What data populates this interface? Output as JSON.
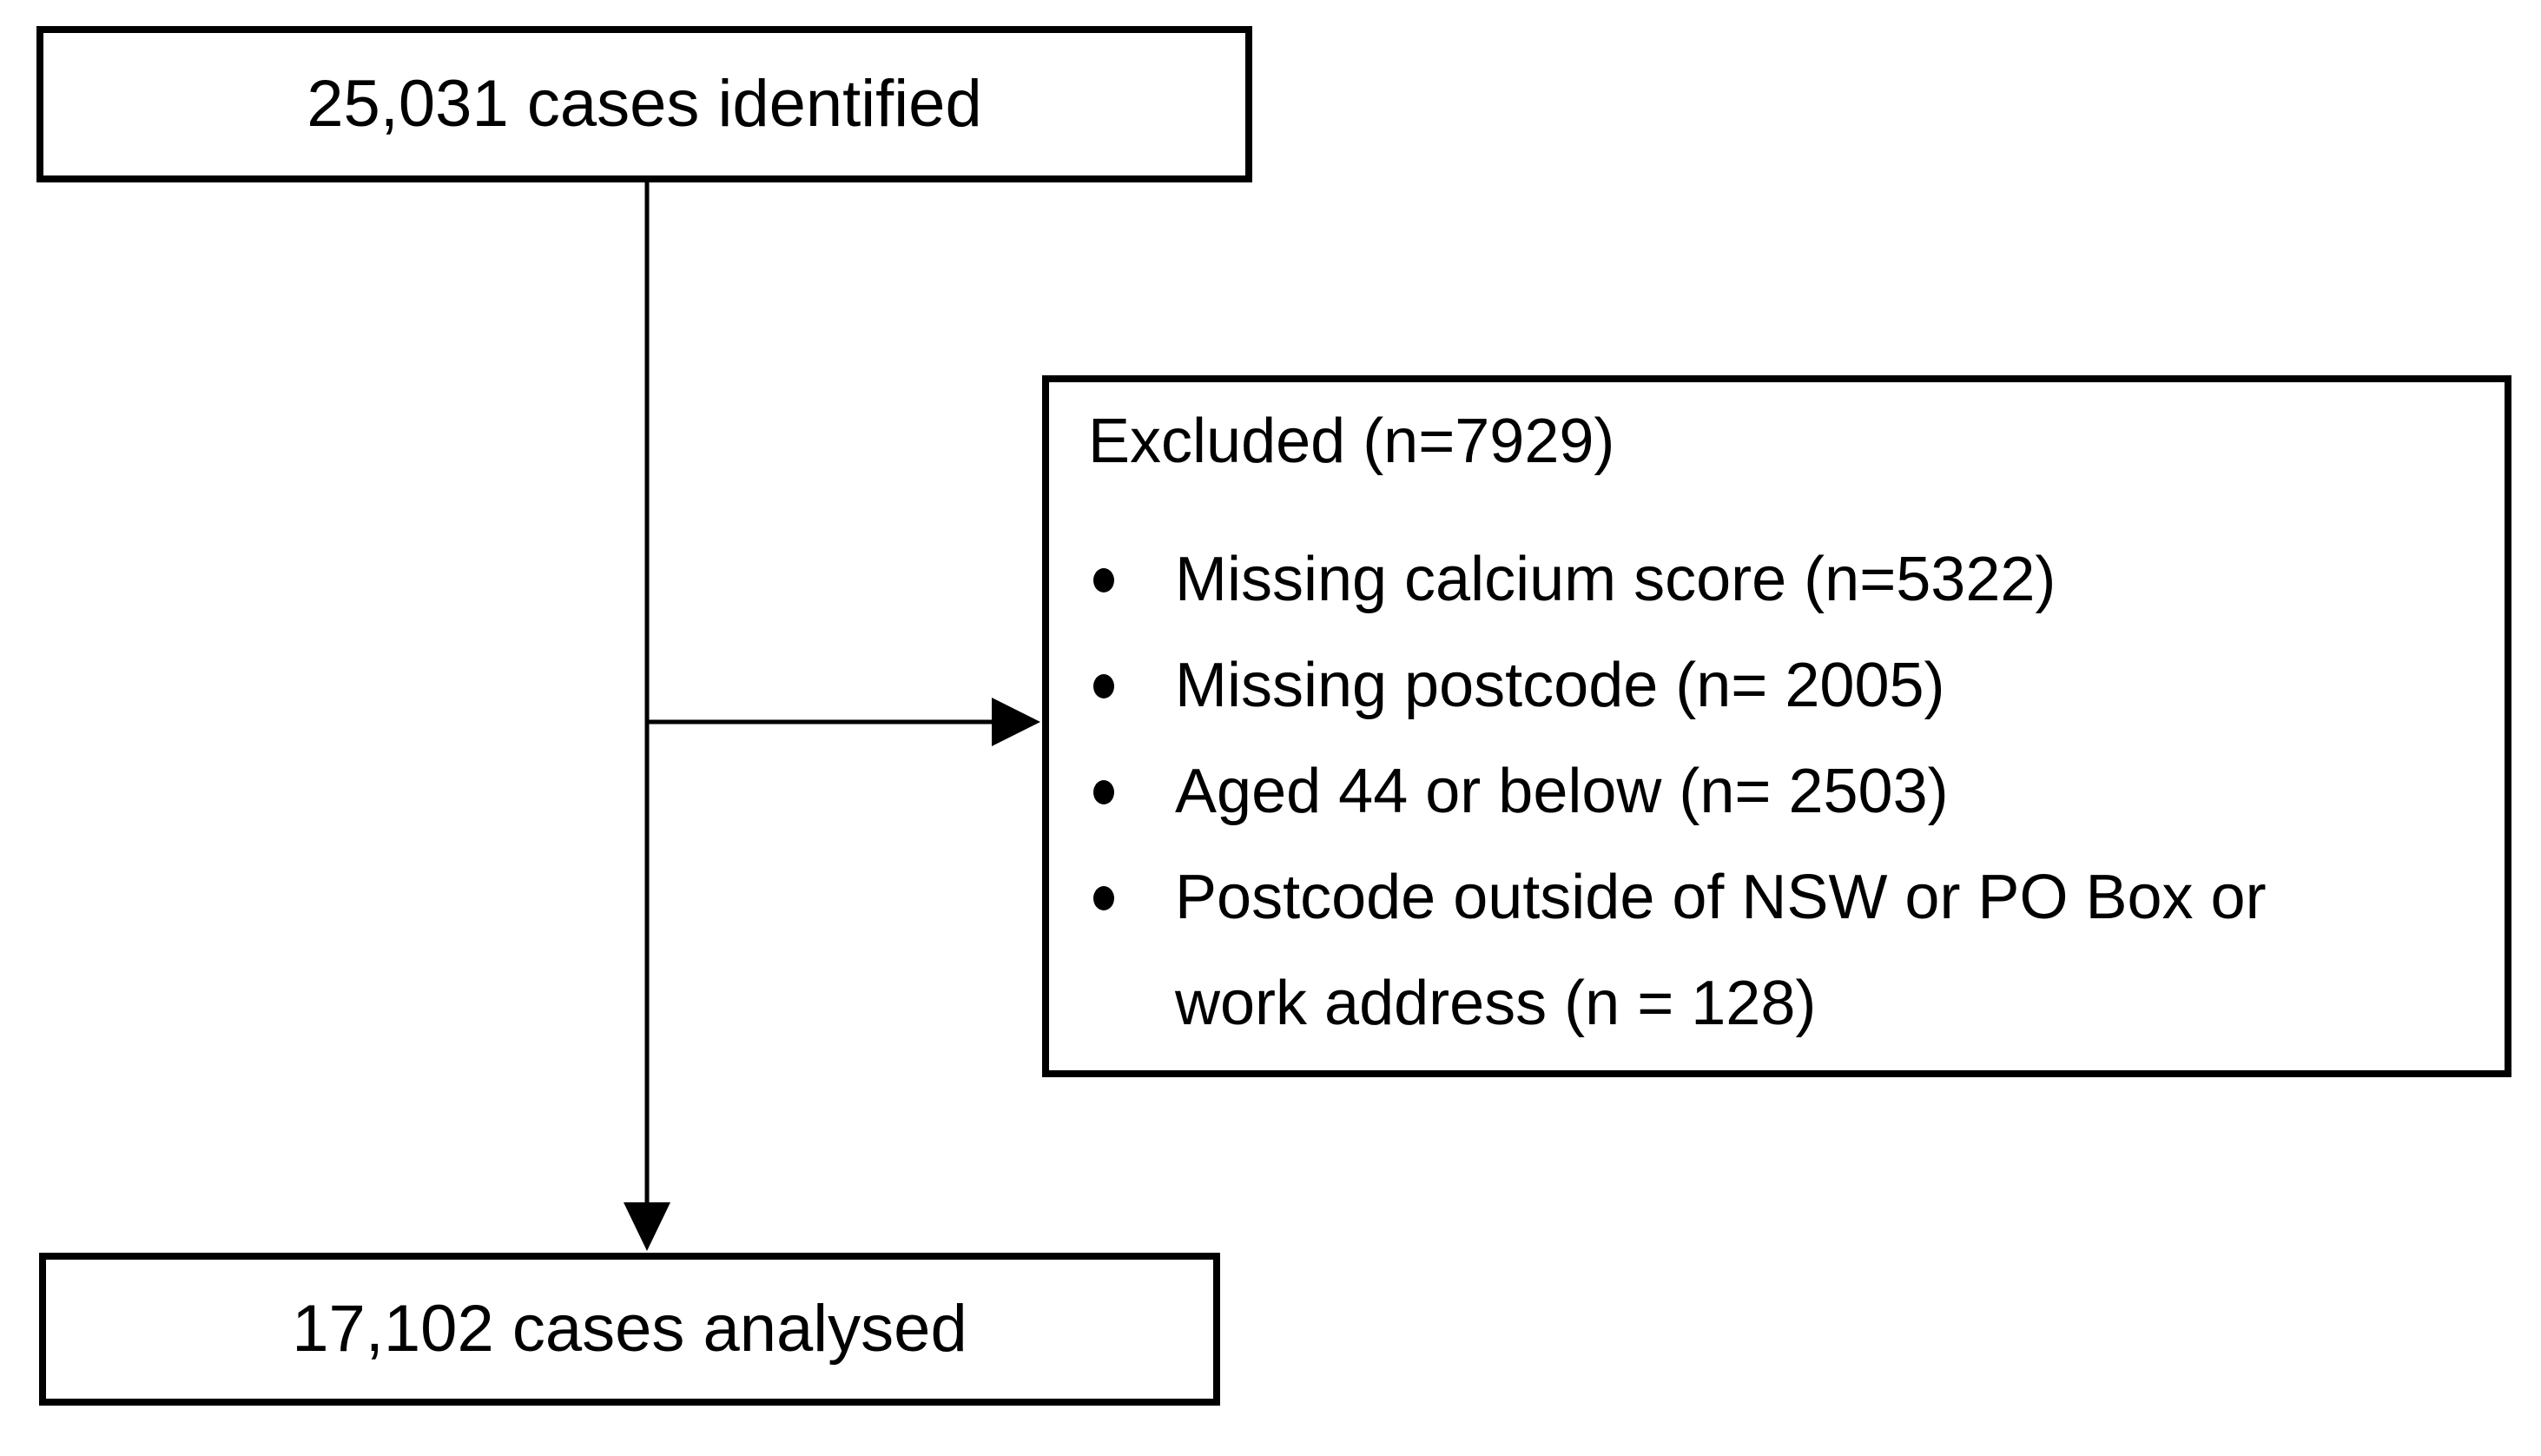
{
  "diagram": {
    "type": "flowchart",
    "colors": {
      "background": "#ffffff",
      "line": "#000000",
      "text": "#000000"
    },
    "nodes": {
      "identified": {
        "label": "25,031 cases identified"
      },
      "excluded": {
        "heading": "Excluded (n=7929)",
        "items": [
          "Missing calcium score (n=5322)",
          "Missing postcode (n= 2005)",
          "Aged 44 or below (n= 2503)",
          "Postcode outside of NSW or PO Box or\nwork address (n = 128)"
        ]
      },
      "analysed": {
        "label": "17,102 cases analysed"
      }
    },
    "edges": [
      {
        "from": "identified",
        "to": "analysed",
        "style": "arrow-down"
      },
      {
        "from": "identified",
        "to": "excluded",
        "style": "arrow-right-branch"
      }
    ]
  }
}
